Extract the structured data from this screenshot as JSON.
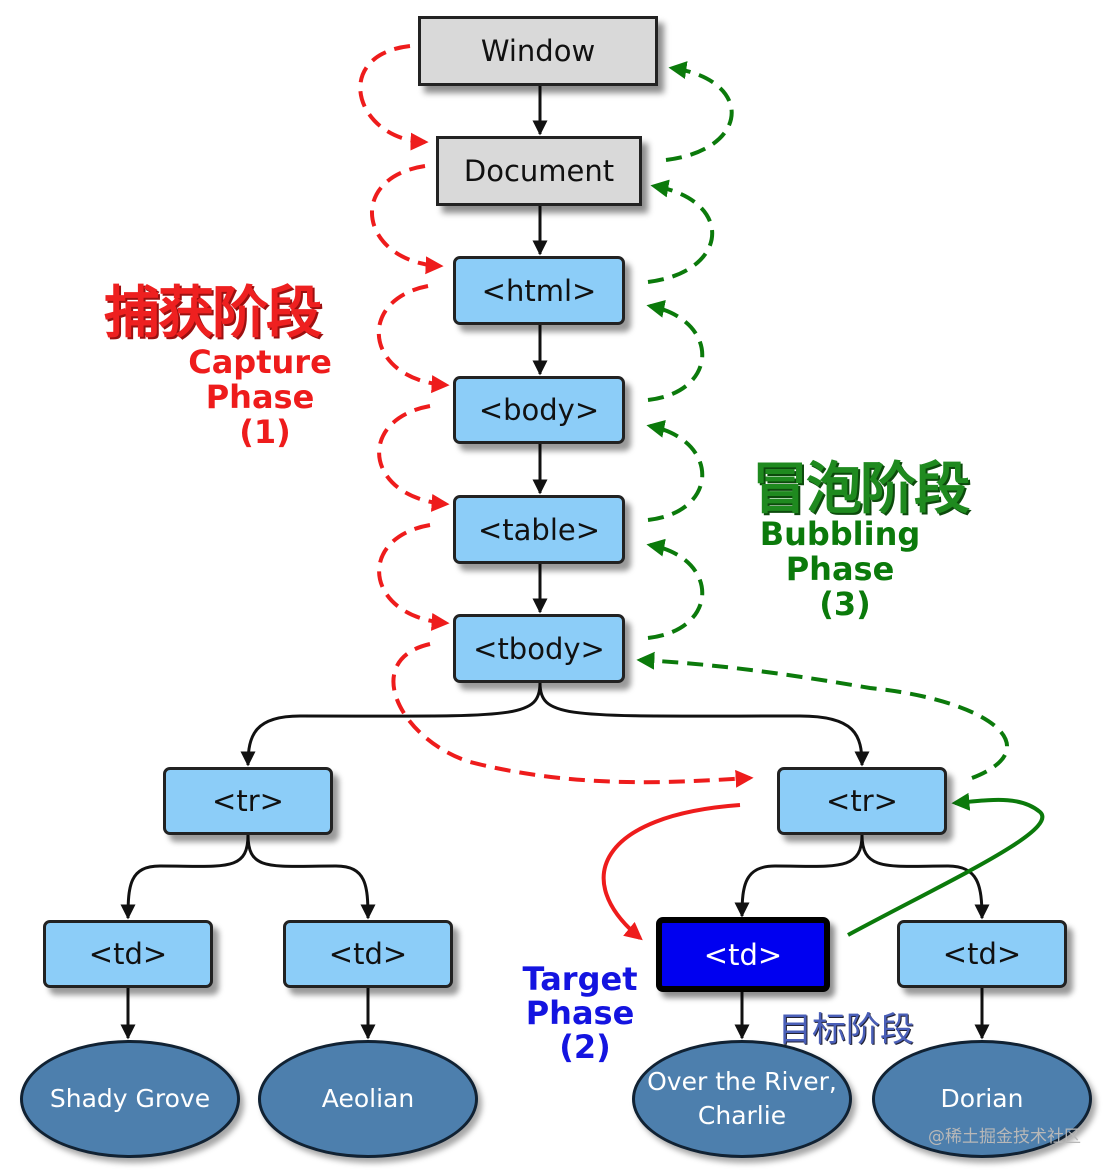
{
  "nodes": {
    "window": "Window",
    "document": "Document",
    "html": "<html>",
    "body": "<body>",
    "table": "<table>",
    "tbody": "<tbody>",
    "tr_left": "<tr>",
    "tr_right": "<tr>",
    "td_1": "<td>",
    "td_2": "<td>",
    "td_target": "<td>",
    "td_4": "<td>"
  },
  "leaves": {
    "shady_grove": "Shady Grove",
    "aeolian": "Aeolian",
    "over_river_line1": "Over the River,",
    "over_river_line2": "Charlie",
    "dorian": "Dorian"
  },
  "phases": {
    "capture": {
      "cn": "捕获阶段",
      "line1": "Capture",
      "line2": "Phase",
      "line3": "(1)",
      "color": "#ee1c1c"
    },
    "bubbling": {
      "cn": "冒泡阶段",
      "line1": "Bubbling",
      "line2": "Phase",
      "line3": "(3)",
      "color": "#0b7a0b"
    },
    "target": {
      "cn": "目标阶段",
      "line1": "Target",
      "line2": "Phase",
      "line3": "(2)",
      "color": "#1414e0"
    }
  },
  "watermark": "@稀土掘金技术社区"
}
